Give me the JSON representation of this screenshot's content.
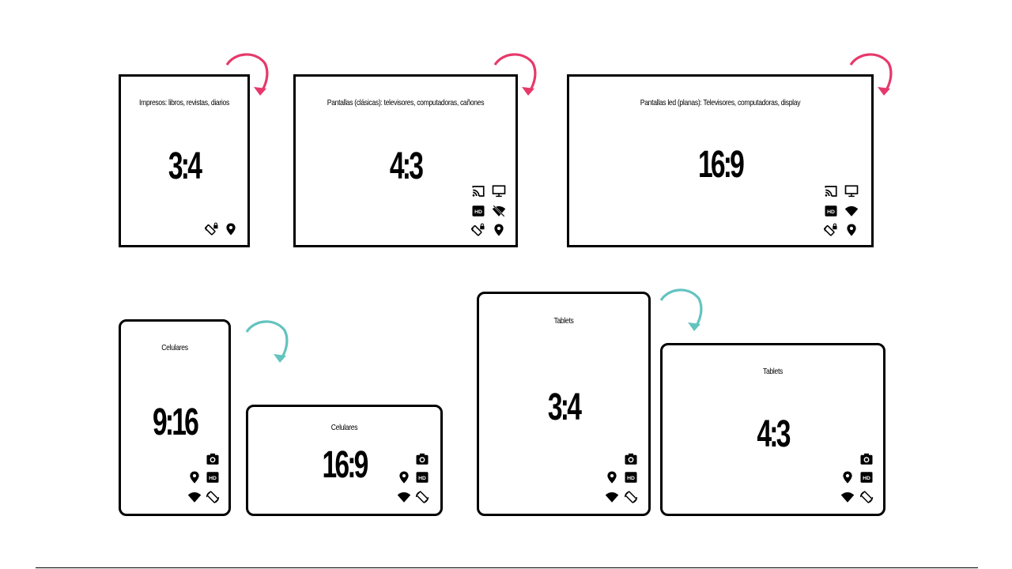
{
  "colors": {
    "arrow_pink": "#e6396b",
    "arrow_teal": "#63c3bf"
  },
  "frames": [
    {
      "caption": "Impresos: libros, revistas, diarios",
      "ratio": "3:4"
    },
    {
      "caption": "Pantallas (clásicas): televisores, computadoras, cañones",
      "ratio": "4:3"
    },
    {
      "caption": "Pantallas led (planas): Televisores, computadoras, display",
      "ratio": "16:9"
    },
    {
      "caption": "Celulares",
      "ratio": "9:16"
    },
    {
      "caption": "Celulares",
      "ratio": "16:9"
    },
    {
      "caption": "Tablets",
      "ratio": "3:4"
    },
    {
      "caption": "Tablets",
      "ratio": "4:3"
    }
  ],
  "icons": [
    "cast-icon",
    "monitor-icon",
    "hd-icon",
    "wifi-off-icon",
    "wifi-icon",
    "screen-rotation-icon",
    "location-pin-icon",
    "camera-icon",
    "rotate-arrow-icon"
  ]
}
